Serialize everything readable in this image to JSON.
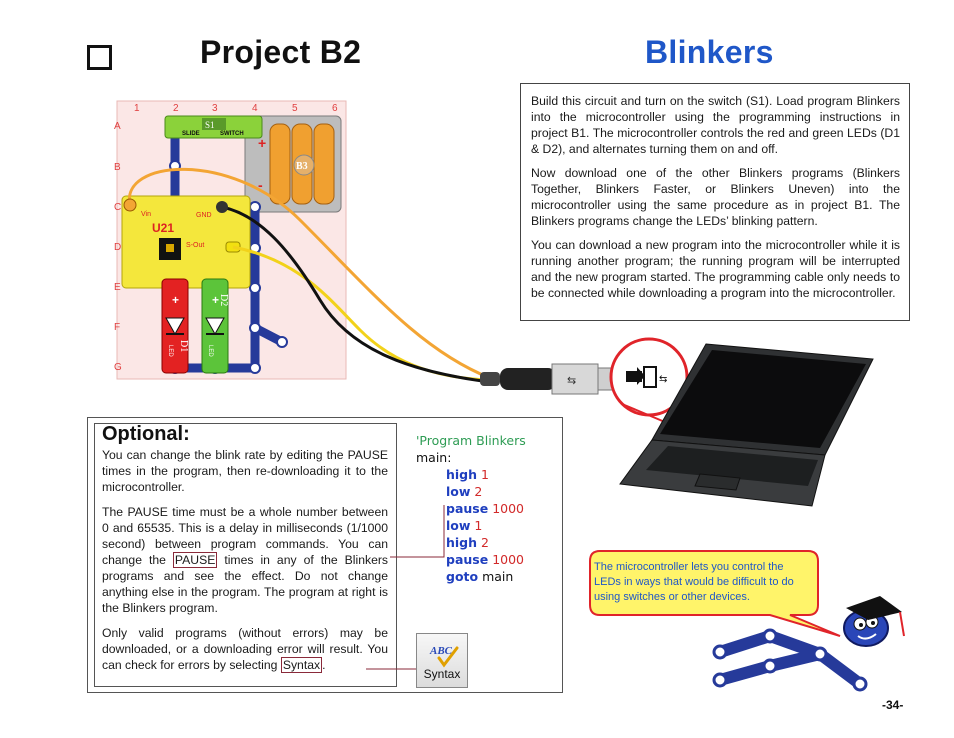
{
  "header": {
    "project": "Project  B2",
    "name": "Blinkers"
  },
  "board": {
    "columns": [
      "1",
      "2",
      "3",
      "4",
      "5",
      "6"
    ],
    "rows": [
      "A",
      "B",
      "C",
      "D",
      "E",
      "F",
      "G"
    ],
    "labels": {
      "s1": "S1",
      "slide": "SLIDE",
      "switch": "SWITCH",
      "b3": "B3",
      "u21": "U21",
      "gnd": "GND",
      "vin": "Vin",
      "sout": "S-Out",
      "d1": "D1",
      "d2": "D2",
      "led": "LED"
    }
  },
  "info": {
    "p1": "Build this circuit and turn on the switch (S1). Load program Blinkers into the microcontroller using the programming instructions in project B1. The microcontroller controls the red and green LEDs (D1 & D2), and alternates turning them on and off.",
    "p2": "Now download one of the other Blinkers programs (Blinkers Together, Blinkers Faster, or Blinkers Uneven) into the microcontroller using the same procedure as in project B1. The Blinkers programs change the LEDs’ blinking pattern.",
    "p3": "You can download a new program into the microcontroller while it is running another program; the running program will be interrupted and the new program started. The programming cable only needs to be connected while downloading a program into the microcontroller."
  },
  "optional": {
    "heading": "Optional:",
    "p1": "You can change the blink rate by editing the PAUSE times in the program, then re-downloading it to the microcontroller.",
    "p2_before": "The PAUSE time must be a whole number between 0 and 65535. This is a delay in milliseconds (1/1000 second) between program commands. You can change the ",
    "p2_highlight": "PAUSE",
    "p2_after": " times in any of the Blinkers programs and see the effect. Do not change anything else in the program. The program at right is the Blinkers program.",
    "p3_before": "Only valid programs (without errors) may be downloaded, or a downloading error will result. You can check for errors by selecting ",
    "p3_highlight": "Syntax",
    "p3_after": "."
  },
  "program": {
    "comment": "'Program Blinkers",
    "label": "main:",
    "lines": [
      {
        "kw": "high",
        "arg": "1"
      },
      {
        "kw": "low",
        "arg": "2"
      },
      {
        "kw": "pause",
        "arg": "1000"
      },
      {
        "kw": "low",
        "arg": "1"
      },
      {
        "kw": "high",
        "arg": "2"
      },
      {
        "kw": "pause",
        "arg": "1000"
      },
      {
        "kw": "goto",
        "arg": "main"
      }
    ]
  },
  "syntax_button": {
    "label": "Syntax",
    "icon_text": "ABC"
  },
  "bubble": "The microcontroller lets you control the LEDs in ways that would be difficult to do using switches or other devices.",
  "page_number": "-34-",
  "colors": {
    "title_blue": "#1f57c8",
    "board_pink": "#fbe7e6",
    "snap_blue": "#263a9a",
    "u21_yellow": "#f4e73c",
    "led_red": "#e32222",
    "led_green": "#5cc43a",
    "wire_orange": "#f3a534",
    "wire_yellow": "#f2d21a",
    "callout_red": "#e0242a",
    "bubble_yellow": "#fff46a"
  }
}
